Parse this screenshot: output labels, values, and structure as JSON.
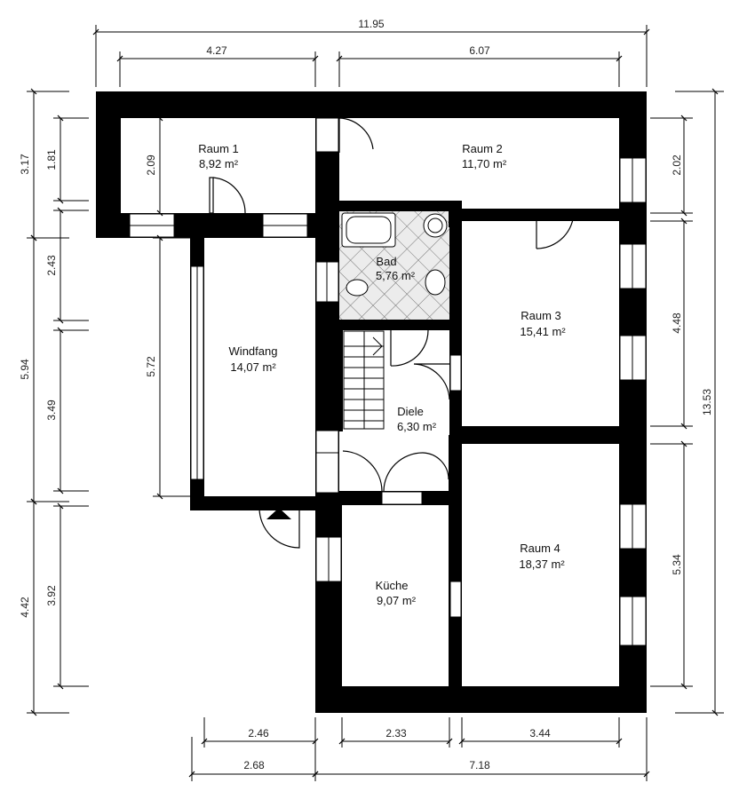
{
  "rooms": [
    {
      "name": "Raum 1",
      "area": "8,92 m²"
    },
    {
      "name": "Raum 2",
      "area": "11,70 m²"
    },
    {
      "name": "Bad",
      "area": "5,76 m²"
    },
    {
      "name": "Raum 3",
      "area": "15,41 m²"
    },
    {
      "name": "Windfang",
      "area": "14,07 m²"
    },
    {
      "name": "Diele",
      "area": "6,30 m²"
    },
    {
      "name": "Raum 4",
      "area": "18,37 m²"
    },
    {
      "name": "Küche",
      "area": "9,07 m²"
    }
  ],
  "dimensions": {
    "top_total": "11.95",
    "top_left": "4.27",
    "top_right": "6.07",
    "bottom_inner_left": "2.46",
    "bottom_inner_mid": "2.33",
    "bottom_inner_right": "3.44",
    "bottom_outer_left": "2.68",
    "bottom_outer_right": "7.18",
    "left_outer_top": "3.17",
    "left_outer_mid": "5.94",
    "left_outer_bottom": "4.42",
    "left_inner_a": "1.81",
    "left_inner_b": "2.43",
    "left_inner_c": "3.49",
    "left_inner_d": "3.92",
    "raum1_height": "2.09",
    "windfang_height": "5.72",
    "right_a": "2.02",
    "right_b": "4.48",
    "right_c": "5.34",
    "right_total": "13.53"
  }
}
